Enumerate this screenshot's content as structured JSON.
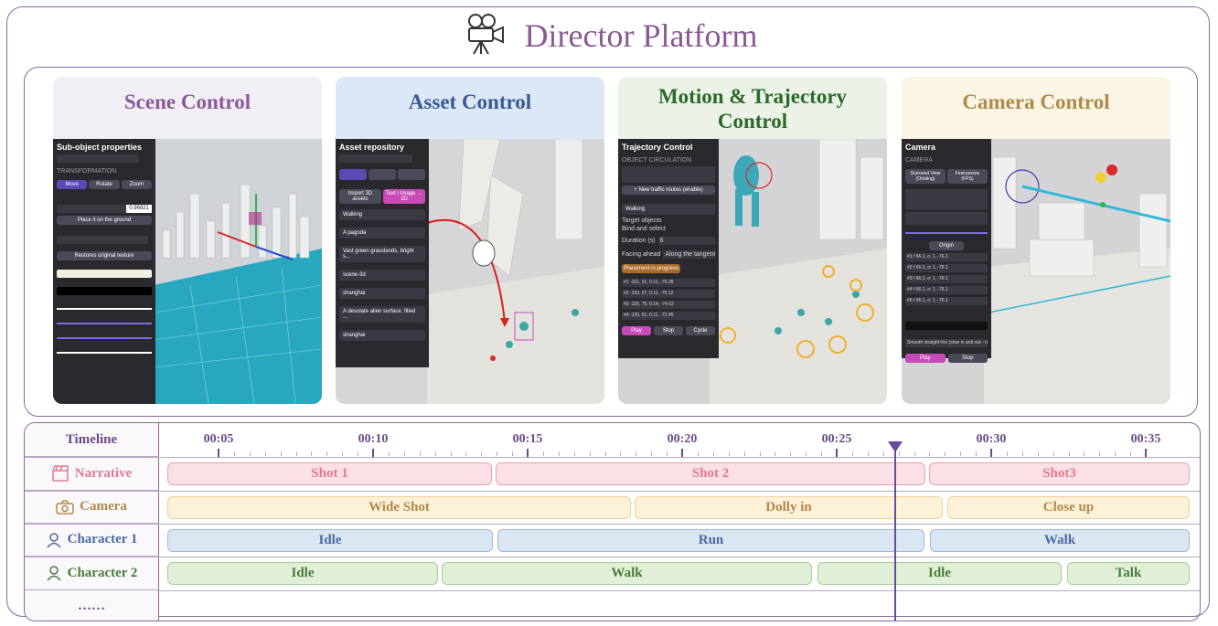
{
  "header": {
    "title": "Director Platform",
    "icon": "movie-camera-icon"
  },
  "panels": [
    {
      "title": "Scene Control",
      "color": "#8a5a9c",
      "bg": "#f2eff4"
    },
    {
      "title": "Asset Control",
      "color": "#3a5a94",
      "bg": "#dce8f5"
    },
    {
      "title": "Motion & Trajectory Control",
      "color": "#2a6a2a",
      "bg": "#edf2e8"
    },
    {
      "title": "Camera Control",
      "color": "#b08a4a",
      "bg": "#fbf5e6"
    }
  ],
  "scene_ui": {
    "title": "Sub-object properties",
    "section": "TRANSFORMATION",
    "modes": [
      "Move",
      "Rotate",
      "Zoom"
    ],
    "value": "0.96821",
    "button": "Place it on the ground",
    "restore": "Restores original texture"
  },
  "asset_ui": {
    "title": "Asset repository",
    "import_label": "Import 3D assets",
    "text_image_label": "Text / Image → 3D",
    "items": [
      "Walking",
      "A pagoda",
      "Vast green grasslands, bright s...",
      "scene-3d",
      "shanghai",
      "A desolate alien surface, filled ...",
      "shanghai"
    ]
  },
  "motion_ui": {
    "title": "Trajectory Control",
    "section": "OBJECT CIRCULATION",
    "new_routes": "+ New traffic routes (enable)",
    "walking": "Walking",
    "target": "Target objects",
    "bind": "Bind and select",
    "duration": "Duration (s)",
    "duration_value": "6",
    "facing": "Facing ahead",
    "facing_value": "Along the tangent line (facing the",
    "placement": "Placement in progress",
    "points": [
      "#1  -161, 31,  0.11,  -76.28",
      "#2  -153, 97,  0.11,  -75.12",
      "#3  -155, 76,  0.14,  -74.62",
      "#4  -130, 61,  0.11,  -72.45"
    ],
    "play": "Play",
    "stop": "Stop",
    "cycle": "Cycle"
  },
  "camera_ui": {
    "title": "Camera",
    "section": "CAMERA",
    "tabs": [
      "Surround View (Orbiting)",
      "First-person (FPS)"
    ],
    "origin": "Origin",
    "keys": [
      "#1  f 66.1,  o: 1,  -76.1",
      "#2  f 66.1,  o: 1,  -76.1",
      "#3  f 66.1,  o: 1,  -76.1",
      "#4  f 66.1,  o: 1,  -76.1",
      "#5  f 66.1,  o: 1,  -76.1"
    ],
    "preset": "Smooth straight line (slow in and out - right / cover",
    "play": "Play",
    "stop": "Stop"
  },
  "timeline": {
    "label": "Timeline",
    "ticks": [
      "00:05",
      "00:10",
      "00:15",
      "00:20",
      "00:25",
      "00:30",
      "00:35"
    ],
    "more_label": "……",
    "lanes": [
      {
        "name": "Narrative",
        "icon": "clapperboard-icon",
        "color": "#e07a8f",
        "clip_bg": "#fbe0e5",
        "clip_border": "#eaa3b2",
        "clips": [
          {
            "label": "Shot 1",
            "start": 0,
            "width": 355
          },
          {
            "label": "Shot 2",
            "start": 359,
            "width": 470
          },
          {
            "label": "Shot3",
            "start": 833,
            "width": 285
          }
        ]
      },
      {
        "name": "Camera",
        "icon": "camera-icon",
        "color": "#b08a4a",
        "clip_bg": "#fdf1d8",
        "clip_border": "#ecd19a",
        "clips": [
          {
            "label": "Wide Shot",
            "start": 0,
            "width": 507
          },
          {
            "label": "Dolly in",
            "start": 511,
            "width": 337
          },
          {
            "label": "Close up",
            "start": 853,
            "width": 265
          }
        ]
      },
      {
        "name": "Character 1",
        "icon": "person-icon",
        "color": "#4a6aa4",
        "clip_bg": "#dbe6f3",
        "clip_border": "#9fb8d8",
        "clips": [
          {
            "label": "Idle",
            "start": 0,
            "width": 356
          },
          {
            "label": "Run",
            "start": 361,
            "width": 467
          },
          {
            "label": "Walk",
            "start": 834,
            "width": 284
          }
        ]
      },
      {
        "name": "Character 2",
        "icon": "person-icon",
        "color": "#4a7a3a",
        "clip_bg": "#e1efd8",
        "clip_border": "#a8cc98",
        "clips": [
          {
            "label": "Idle",
            "start": 0,
            "width": 296
          },
          {
            "label": "Walk",
            "start": 300,
            "width": 405
          },
          {
            "label": "Idle",
            "start": 711,
            "width": 267
          },
          {
            "label": "Talk",
            "start": 984,
            "width": 134
          },
          {
            "label": "",
            "start": 0,
            "width": 0
          }
        ]
      }
    ]
  }
}
